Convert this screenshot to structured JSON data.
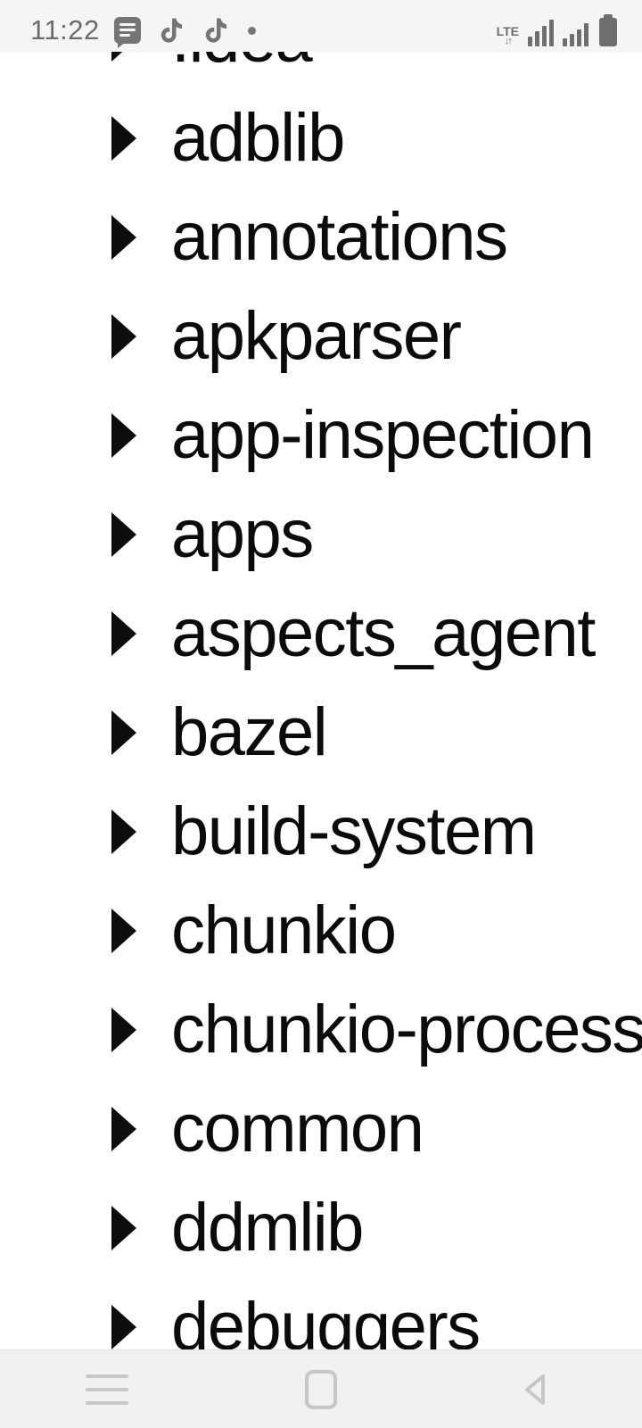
{
  "status_bar": {
    "time": "11:22",
    "left_icons": [
      "message-notes-icon",
      "tiktok-icon",
      "tiktok-icon",
      "notification-dot"
    ],
    "network": {
      "type_label": "LTE",
      "data_arrows": "↓↑",
      "signal_sim1_bars": [
        11,
        17,
        23,
        30
      ],
      "signal_sim2_bars": [
        9,
        14,
        19,
        26
      ],
      "battery": "full"
    },
    "colors": {
      "background": "#f5f5f5",
      "foreground": "#6e6e6e"
    }
  },
  "tree": {
    "items": [
      ".idea",
      "adblib",
      "annotations",
      "apkparser",
      "app-inspection",
      "apps",
      "aspects_agent",
      "bazel",
      "build-system",
      "chunkio",
      "chunkio-processor",
      "common",
      "ddmlib",
      "debuggers"
    ],
    "marker": "collapsed-disclosure-triangle",
    "colors": {
      "text": "#0b0b0b",
      "background": "#ffffff"
    }
  },
  "nav_bar": {
    "icons": [
      "menu-icon",
      "home-icon",
      "back-icon"
    ],
    "colors": {
      "background": "#f1f1f1",
      "icon": "#c7c7c7"
    }
  }
}
